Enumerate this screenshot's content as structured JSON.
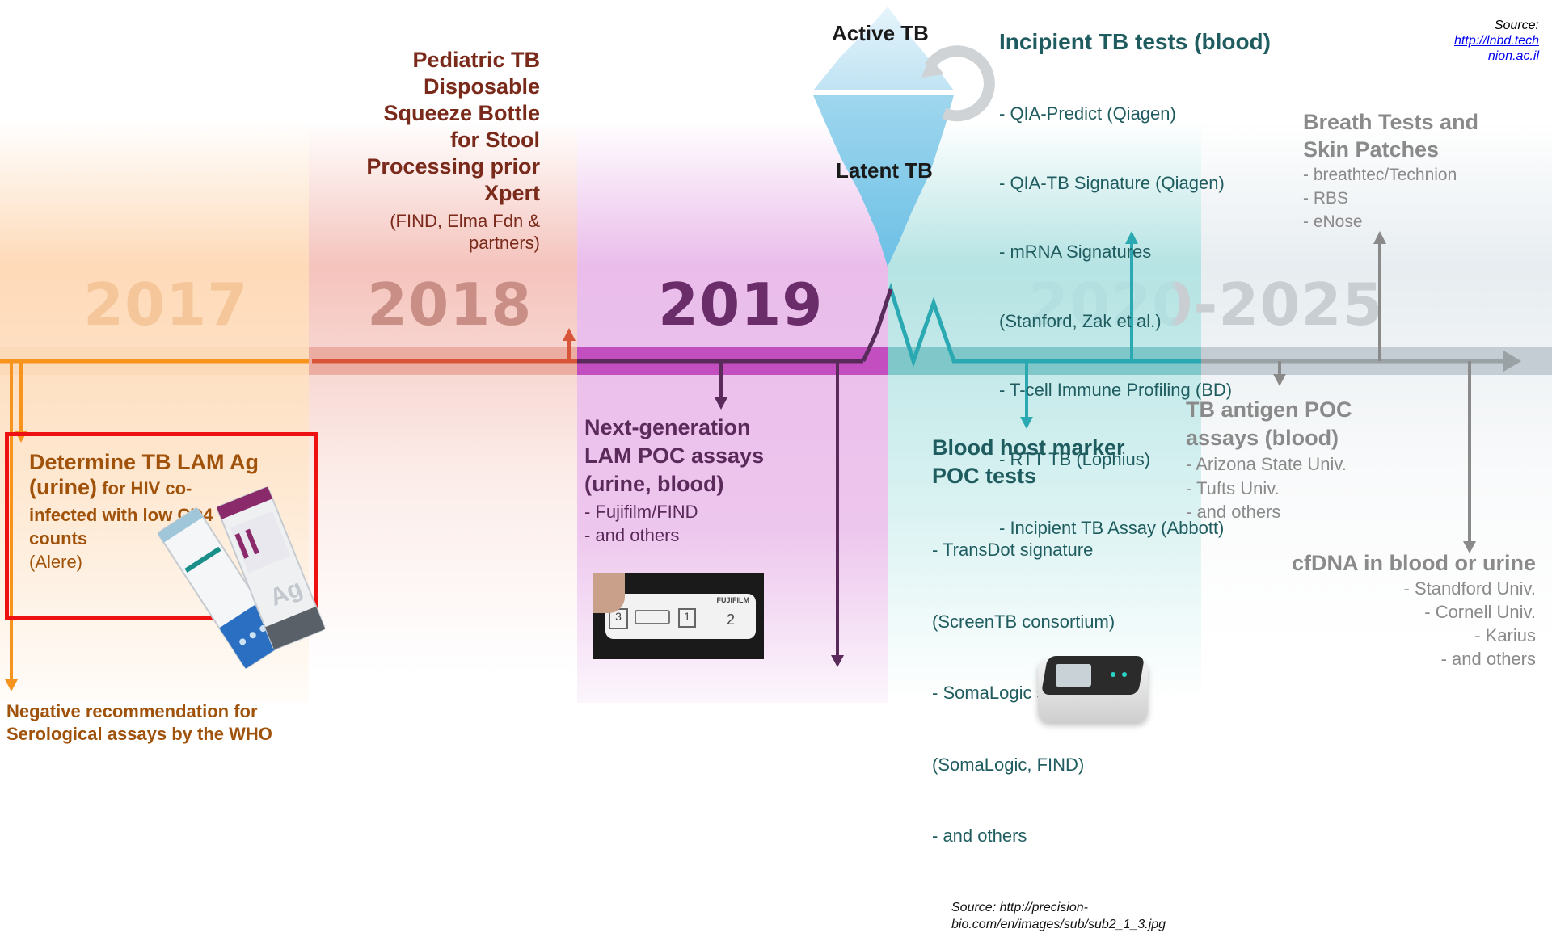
{
  "colors": {
    "y2017": "#f7941d",
    "y2018": "#d9553a",
    "y2019": "#b8329e",
    "y2020": "#2aa9b3",
    "grey": "#8a8a8a",
    "dark_red": "#7a2a1a",
    "dark_purple": "#5a2a5a",
    "dark_teal": "#1f5c5f",
    "brown": "#a0520a",
    "highlight_box": "#ee1111"
  },
  "years": {
    "y2017": "2017",
    "y2018": "2018",
    "y2019": "2019",
    "y2020": "2020-2025"
  },
  "source_top": {
    "label": "Source:",
    "link": "http://lnbd.technion.ac.il",
    "link_line1": "http://lnbd.tech",
    "link_line2": "nion.ac.il"
  },
  "iceberg": {
    "active": "Active TB",
    "latent": "Latent TB"
  },
  "pediatric": {
    "title_lines": [
      "Pediatric TB",
      "Disposable",
      "Squeeze Bottle",
      "for Stool",
      "Processing prior",
      "Xpert"
    ],
    "sub_lines": [
      "(FIND, Elma Fdn &",
      "partners)"
    ]
  },
  "lam": {
    "title_a": "Determine TB LAM Ag",
    "title_b": "(urine)",
    "title_c": " for HIV co-",
    "line2": "infected with low CD4",
    "line3": "counts",
    "maker": "(Alere)",
    "strip_text": "Ag"
  },
  "negative": {
    "line1": "Negative recommendation for",
    "line2": "Serological assays by the WHO"
  },
  "nextgen": {
    "title_lines": [
      "Next-generation",
      "LAM POC assays",
      "(urine, blood)"
    ],
    "items": [
      "- Fujifilm/FIND",
      "- and others"
    ],
    "photo_brand": "FUJIFILM",
    "photo_marks": [
      "3",
      "1",
      "2"
    ]
  },
  "incipient": {
    "title": "Incipient TB tests (blood)",
    "items": [
      "- QIA-Predict (Qiagen)",
      "- QIA-TB Signature (Qiagen)",
      "- mRNA Signatures",
      "   (Stanford, Zak et al.)",
      "- T-cell Immune Profiling (BD)",
      "-  RTT TB (Lophius)",
      "-  Incipient TB Assay (Abbott)"
    ]
  },
  "breath": {
    "title_lines": [
      "Breath Tests and",
      "Skin Patches"
    ],
    "items": [
      "- breathtec/Technion",
      "- RBS",
      "- eNose"
    ]
  },
  "bloodhost": {
    "title_lines": [
      "Blood host marker",
      "POC tests"
    ],
    "items": [
      "- TransDot signature",
      "   (ScreenTB consortium)",
      "- SomaLogic signature",
      "   (SomaLogic, FIND)",
      "- and others"
    ],
    "source_lines": [
      "Source: http://precision-",
      "bio.com/en/images/sub/sub2_1_3.jpg"
    ]
  },
  "antigen": {
    "title_lines": [
      "TB antigen POC",
      "assays (blood)"
    ],
    "items": [
      "- Arizona State Univ.",
      "- Tufts Univ.",
      "- and others"
    ]
  },
  "cfdna": {
    "title": "cfDNA in blood or urine",
    "items": [
      "- Standford Univ.",
      "- Cornell Univ.",
      "- Karius",
      "- and others"
    ]
  }
}
